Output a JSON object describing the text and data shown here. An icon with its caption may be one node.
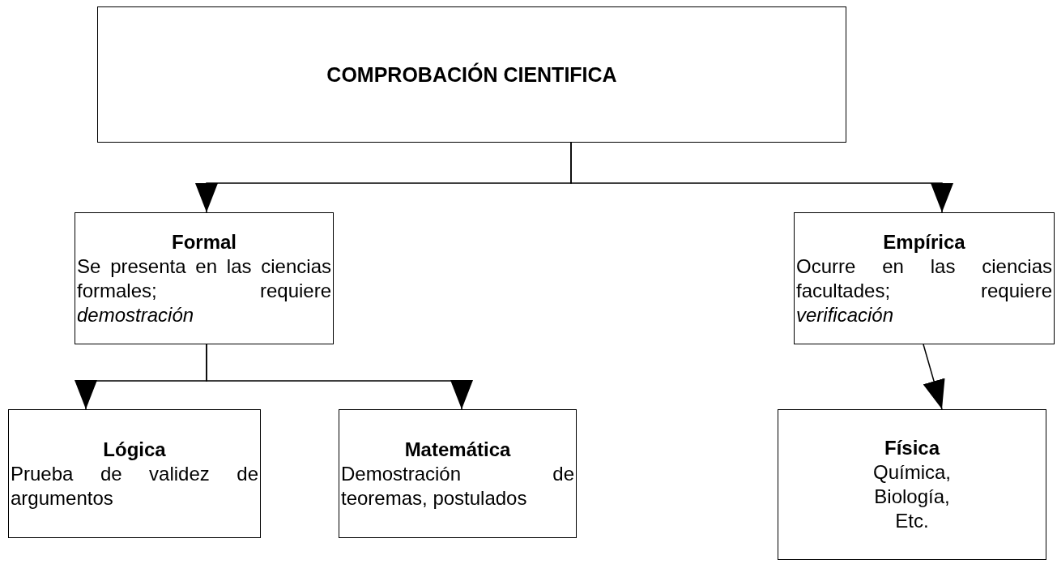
{
  "diagram": {
    "nodes": [
      {
        "text": [
          "COMPROBACIÓN CIENTIFICA"
        ]
      },
      {
        "text": [
          "Formal",
          "Se presenta en las ciencias formales; requiere *demostración*"
        ]
      },
      {
        "text": [
          "Empírica",
          "Ocurre en las ciencias facultades; requiere *verificación*"
        ]
      },
      {
        "text": [
          "Lógica",
          "Prueba de validez de argumentos"
        ]
      },
      {
        "text": [
          "Matemática",
          "Demostración de teoremas, postulados"
        ]
      },
      {
        "text": [
          "Física",
          "Química, Biología, Etc."
        ]
      }
    ],
    "edges": [
      {
        "from": 0,
        "to": 1,
        "arrow": "to"
      },
      {
        "from": 0,
        "to": 2,
        "arrow": "to"
      },
      {
        "from": 1,
        "to": 3,
        "arrow": "to"
      },
      {
        "from": 1,
        "to": 4,
        "arrow": "to"
      },
      {
        "from": 2,
        "to": 5,
        "arrow": "to"
      }
    ]
  }
}
